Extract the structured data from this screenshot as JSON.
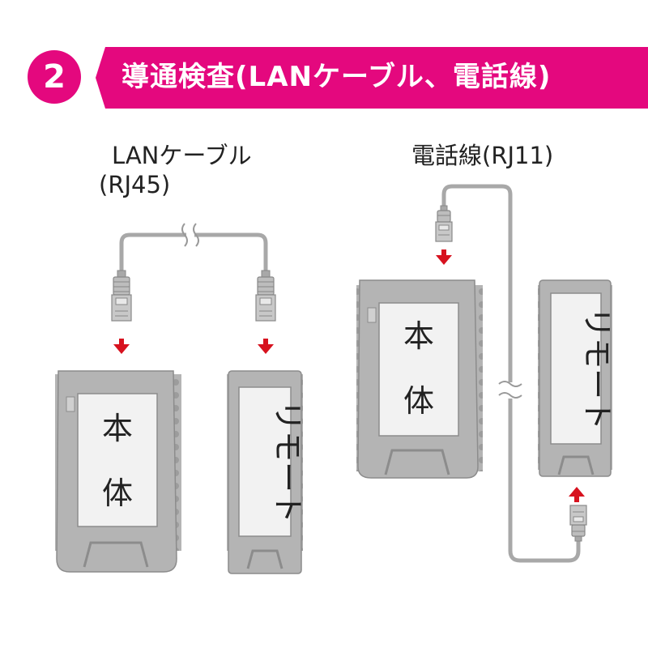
{
  "header": {
    "step_number": "2",
    "title": "導通検査(LANケーブル、電話線)",
    "accent_color": "#e4087e"
  },
  "lan_section": {
    "title": "LANケーブル",
    "subtitle": "(RJ45)",
    "main_unit": {
      "chars": [
        "本",
        "体"
      ]
    },
    "remote_unit": {
      "label": "リモート"
    }
  },
  "phone_section": {
    "title": "電話線(RJ11)",
    "main_unit": {
      "chars": [
        "本",
        "体"
      ]
    },
    "remote_unit": {
      "label": "リモート"
    }
  },
  "colors": {
    "device_body": "#b4b4b4",
    "device_outline": "#8c8c8c",
    "label_panel": "#f2f2f2",
    "cable": "#a8a8a8",
    "arrow": "#d7121f"
  }
}
